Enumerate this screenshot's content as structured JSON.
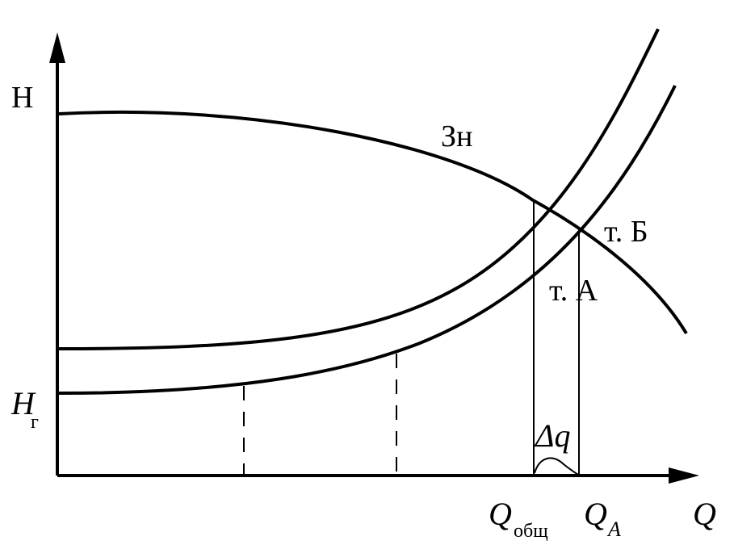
{
  "colors": {
    "ink": "#000000",
    "background": "#ffffff"
  },
  "axes": {
    "y_label": "H",
    "x_label": "Q",
    "static_head_label": "H",
    "static_head_subscript": "г"
  },
  "curves": {
    "pump_label": "Зн"
  },
  "points": {
    "a_label": "т. А",
    "b_label": "т. Б"
  },
  "flows": {
    "q_total_label": "Q",
    "q_total_subscript": "общ",
    "q_a_label": "Q",
    "q_a_subscript": "A",
    "delta_label": "Δq"
  }
}
